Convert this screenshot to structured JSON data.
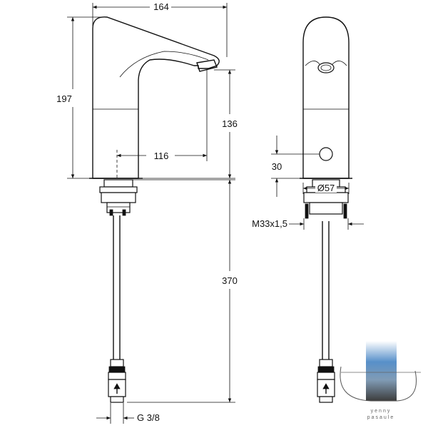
{
  "dimensions": {
    "overall_width": "164",
    "overall_height": "197",
    "spout_height": "136",
    "spout_reach": "116",
    "sensor_height": "30",
    "base_diameter": "Ø57",
    "thread": "M33x1,5",
    "hose_length": "370",
    "connection": "G 3/8"
  },
  "logo": {
    "line1": "yenny",
    "line2": "pasaule"
  },
  "colors": {
    "line": "#111111",
    "background": "#ffffff",
    "logo_top": "#3a7cc0",
    "logo_bottom": "#1a1a1a"
  }
}
